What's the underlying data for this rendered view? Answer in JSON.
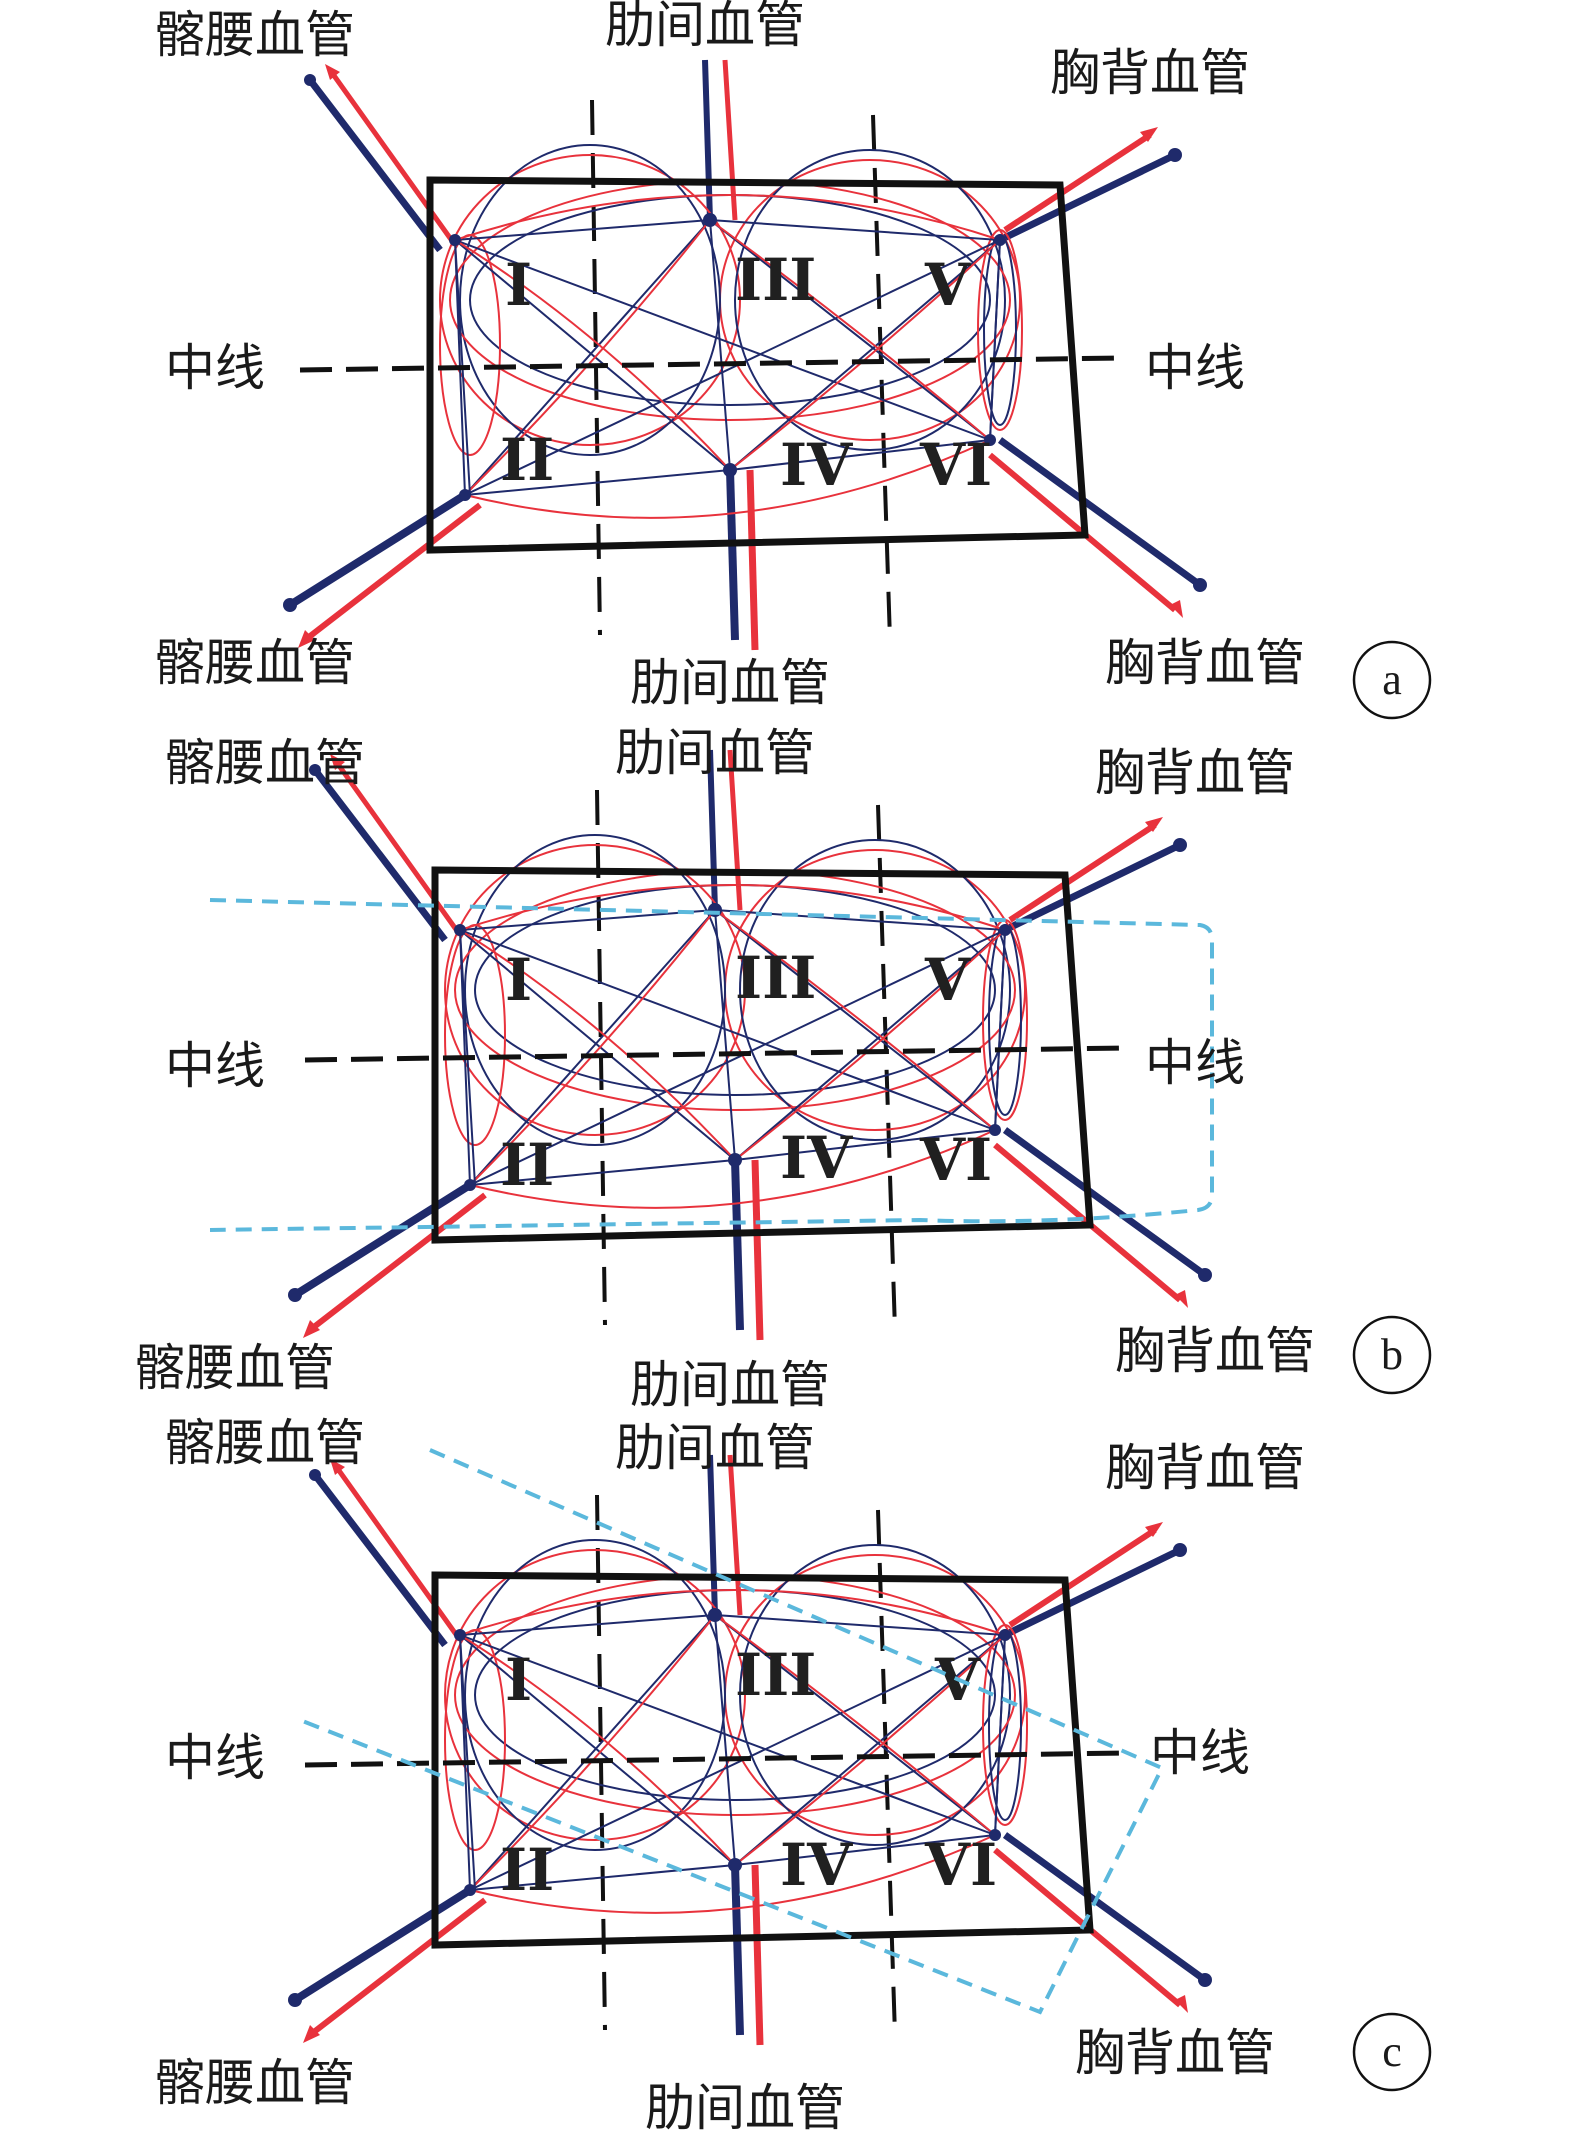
{
  "labels": {
    "iliolumbar": "髂腰血管",
    "intercostal": "肋间血管",
    "thoracodorsal": "胸背血管",
    "midline": "中线"
  },
  "zones": [
    "I",
    "II",
    "III",
    "IV",
    "V",
    "VI"
  ],
  "panels": [
    {
      "id": "a",
      "letter": "a"
    },
    {
      "id": "b",
      "letter": "b"
    },
    {
      "id": "c",
      "letter": "c"
    }
  ],
  "colors": {
    "artery": "#e8323c",
    "vein": "#1f2a6b",
    "frame": "#111111",
    "flap_outline": "#5bb8dc"
  }
}
